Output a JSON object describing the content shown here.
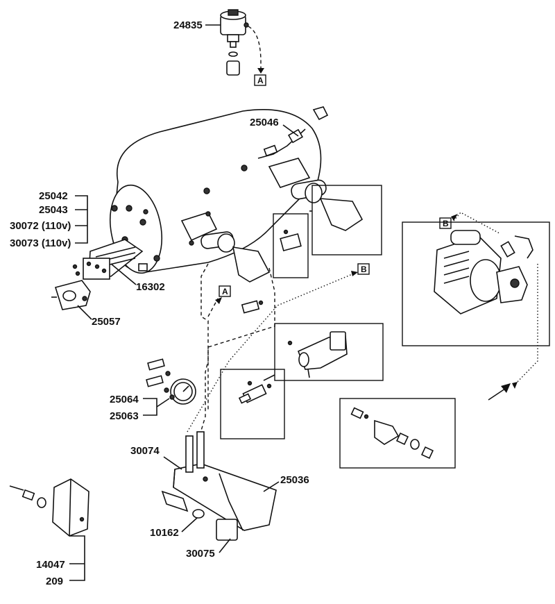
{
  "part_labels": {
    "p24835": "24835",
    "p25046": "25046",
    "p25042": "25042",
    "p25043": "25043",
    "p30072": "30072 (110v)",
    "p30073": "30073 (110v)",
    "p16302": "16302",
    "p25057": "25057",
    "p25064": "25064",
    "p25063": "25063",
    "p30074": "30074",
    "p25036": "25036",
    "p10162": "10162",
    "p30075": "30075",
    "p14047": "14047",
    "p209": "209"
  },
  "connector_tags": {
    "a_top": "A",
    "a_mid": "A",
    "b_mid": "B",
    "b_pump": "B"
  }
}
